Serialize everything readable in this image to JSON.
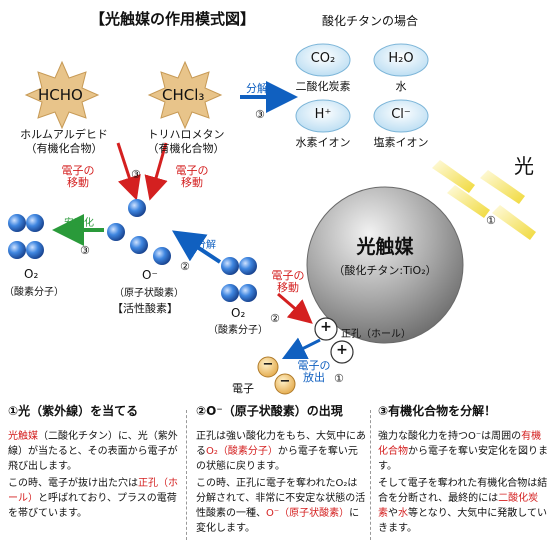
{
  "header": {
    "title": "【光触媒の作用模式図】",
    "subtitle": "酸化チタンの場合"
  },
  "pollutants": [
    {
      "formula": "HCHO",
      "name": "ホルムアルデヒド",
      "type": "（有機化合物）"
    },
    {
      "formula": "CHCl₃",
      "name": "トリハロメタン",
      "type": "（有機化合物）"
    }
  ],
  "products": [
    {
      "formula": "CO₂",
      "name": "二酸化炭素"
    },
    {
      "formula": "H₂O",
      "name": "水"
    },
    {
      "formula": "H⁺",
      "name": "水素イオン"
    },
    {
      "formula": "Cl⁻",
      "name": "塩素イオン"
    }
  ],
  "labels": {
    "decompose_arrow": "分解",
    "decompose_arrow2": "分解",
    "stabilize_arrow": "安定化",
    "electron_move": "電子の\n移動",
    "electron": "電子",
    "electron_release": "電子の\n放出",
    "light": "光",
    "hole": "正孔（ホール）",
    "plus": "+",
    "minus": "−",
    "o2_formula": "O₂",
    "o2_name": "（酸素分子）",
    "ion_formula": "O⁻",
    "ion_name": "（原子状酸素）",
    "active_oxygen": "【活性酸素】"
  },
  "steps": {
    "one": "①",
    "two": "②",
    "three": "③"
  },
  "catalyst": {
    "name": "光触媒",
    "detail": "（酸化チタン:TiO₂）"
  },
  "colors": {
    "blue_atom": "#2c6ec8",
    "red_text": "#d42020",
    "sphere": "#9a9a9a",
    "star": "#e8c48a",
    "electron": "#f2c060"
  },
  "explanations": [
    {
      "heading": "①光（紫外線）を当てる",
      "paragraphs": [
        [
          {
            "text": "光触媒",
            "hl": true
          },
          {
            "text": "（二酸化チタン）に、光（紫外線）が当たると、その表面から電子が飛び出します。"
          }
        ],
        [
          {
            "text": "この時、電子が抜け出た穴は"
          },
          {
            "text": "正孔（ホール）",
            "hl": true
          },
          {
            "text": "と呼ばれており、プラスの電荷を帯びています。"
          }
        ]
      ]
    },
    {
      "heading": "②O⁻（原子状酸素）の出現",
      "paragraphs": [
        [
          {
            "text": "正孔は強い酸化力をもち、大気中にある"
          },
          {
            "text": "O₂（酸素分子）",
            "hl": true
          },
          {
            "text": "から電子を奪い元の状態に戻ります。"
          }
        ],
        [
          {
            "text": "この時、正孔に電子を奪われたO₂は分解されて、非常に不安定な状態の活性酸素の一種、"
          },
          {
            "text": "O⁻（原子状酸素）",
            "hl": true
          },
          {
            "text": "に変化します。"
          }
        ]
      ]
    },
    {
      "heading": "③有機化合物を分解！",
      "paragraphs": [
        [
          {
            "text": "強力な酸化力を持つO⁻は周囲の"
          },
          {
            "text": "有機化合物",
            "hl": true
          },
          {
            "text": "から電子を奪い安定化を図ります。"
          }
        ],
        [
          {
            "text": "そして電子を奪われた有機化合物は結合を分断され、最終的には"
          },
          {
            "text": "二酸化炭素",
            "hl": true
          },
          {
            "text": "や"
          },
          {
            "text": "水",
            "hl": true
          },
          {
            "text": "等となり、大気中に発散していきます。"
          }
        ]
      ]
    }
  ]
}
